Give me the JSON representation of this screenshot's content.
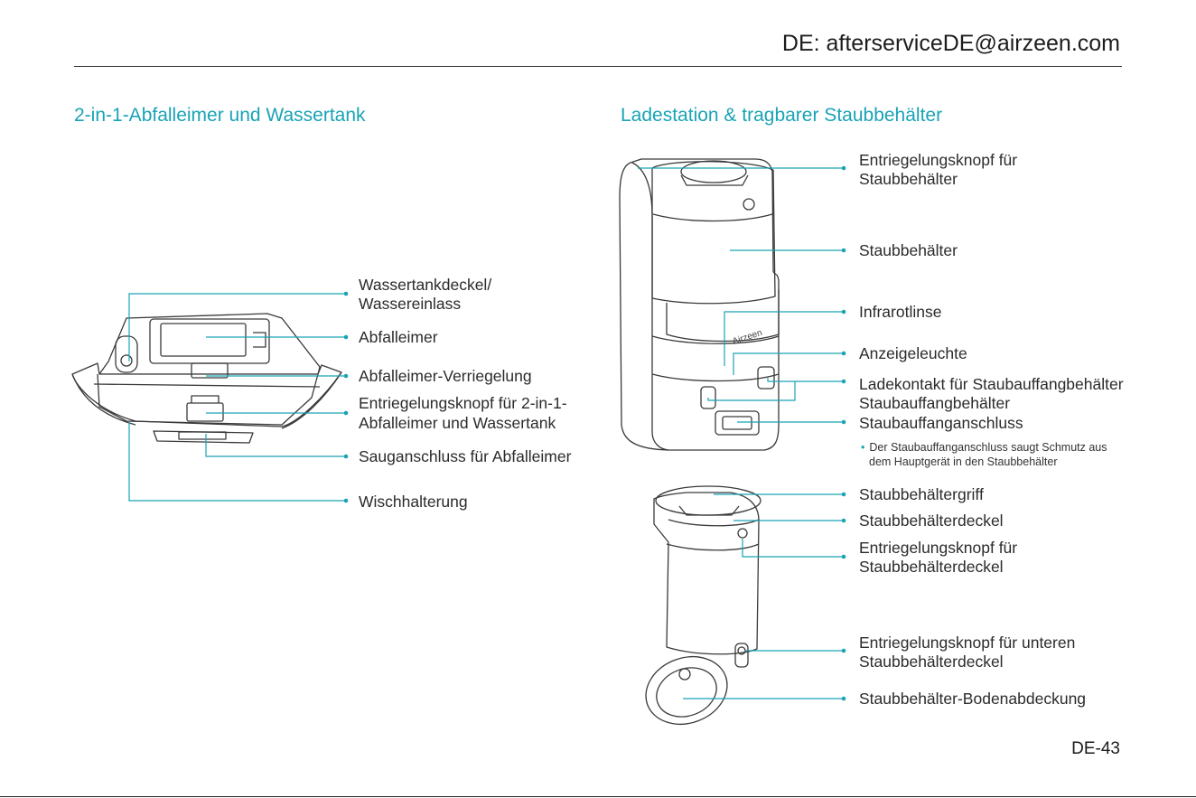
{
  "header": {
    "email": "DE: afterserviceDE@airzeen.com"
  },
  "left_section": {
    "title": "2-in-1-Abfalleimer und Wassertank",
    "labels": [
      "Wassertankdeckel/",
      "Wassereinlass",
      "Abfalleimer",
      "Abfalleimer-Verriegelung",
      "Entriegelungsknopf für 2-in-1-",
      "Abfalleimer und Wassertank",
      "Sauganschluss für Abfalleimer",
      "Wischhalterung"
    ]
  },
  "right_section": {
    "title": "Ladestation & tragbarer Staubbehälter",
    "labels": [
      "Entriegelungsknopf für",
      "Staubbehälter",
      "Staubbehälter",
      "Infrarotlinse",
      "Anzeigeleuchte",
      "Ladekontakt für Staubauffangbehälter",
      "Staubauffangbehälter",
      "Staubauffanganschluss",
      "Staubbehältergriff",
      "Staubbehälterdeckel",
      "Entriegelungsknopf für",
      "Staubbehälterdeckel",
      "Entriegelungsknopf für unteren",
      "Staubbehälterdeckel",
      "Staubbehälter-Bodenabdeckung"
    ],
    "note": {
      "line1": "Der Staubauffanganschluss saugt Schmutz aus",
      "line2": "dem Hauptgerät in den Staubbehälter"
    }
  },
  "device_brand": "Airzeen",
  "page_number": "DE-43",
  "colors": {
    "accent": "#1aa3b5",
    "text": "#2b2b2b",
    "outline": "#3a3a3a"
  }
}
